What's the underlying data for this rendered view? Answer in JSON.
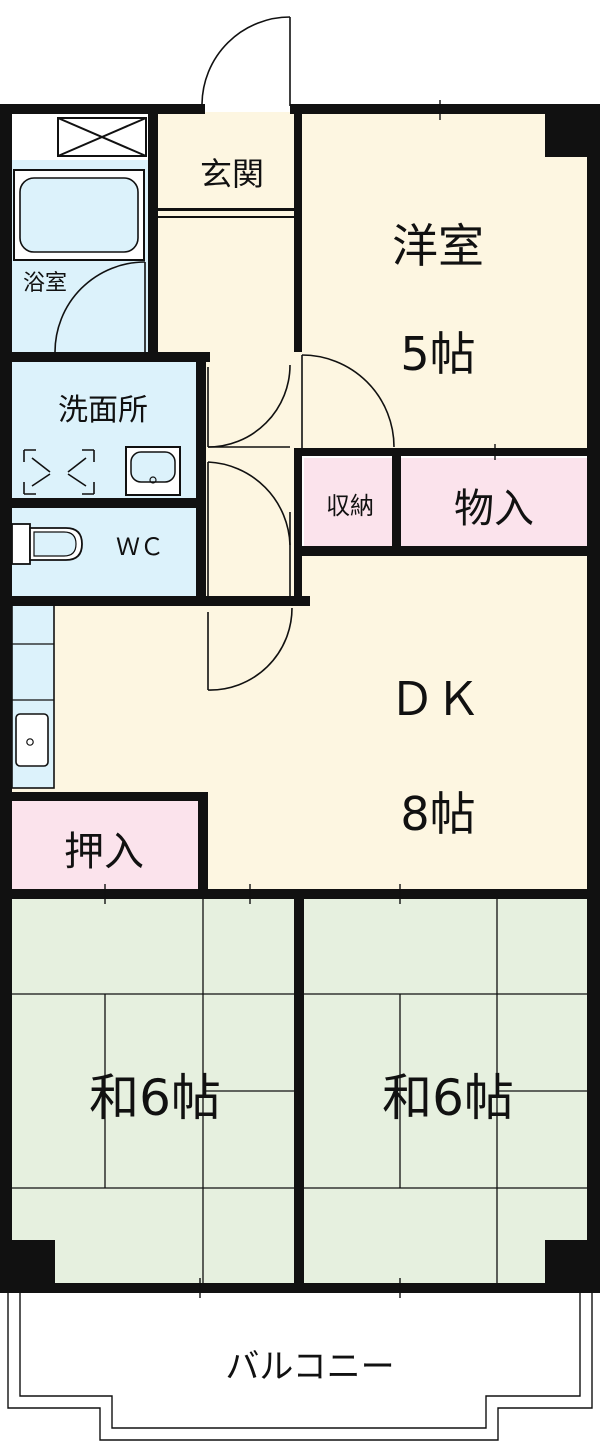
{
  "rooms": {
    "entrance": "玄関",
    "western_room": "洋室",
    "western_room_size": "5帖",
    "bath": "浴室",
    "washroom": "洗面所",
    "toilet": "ＷＣ",
    "storage_small": "収納",
    "storage_closet": "物入",
    "dk": "ＤＫ",
    "dk_size": "8帖",
    "closet_oshiire": "押入",
    "japanese_room_left": "和6帖",
    "japanese_room_right": "和6帖",
    "balcony": "バルコニー"
  },
  "colors": {
    "wall": "#111111",
    "floor_wood": "#fdf6e1",
    "wet_area": "#dcf2fb",
    "storage": "#fbe3ec",
    "tatami": "#e6f0df"
  }
}
